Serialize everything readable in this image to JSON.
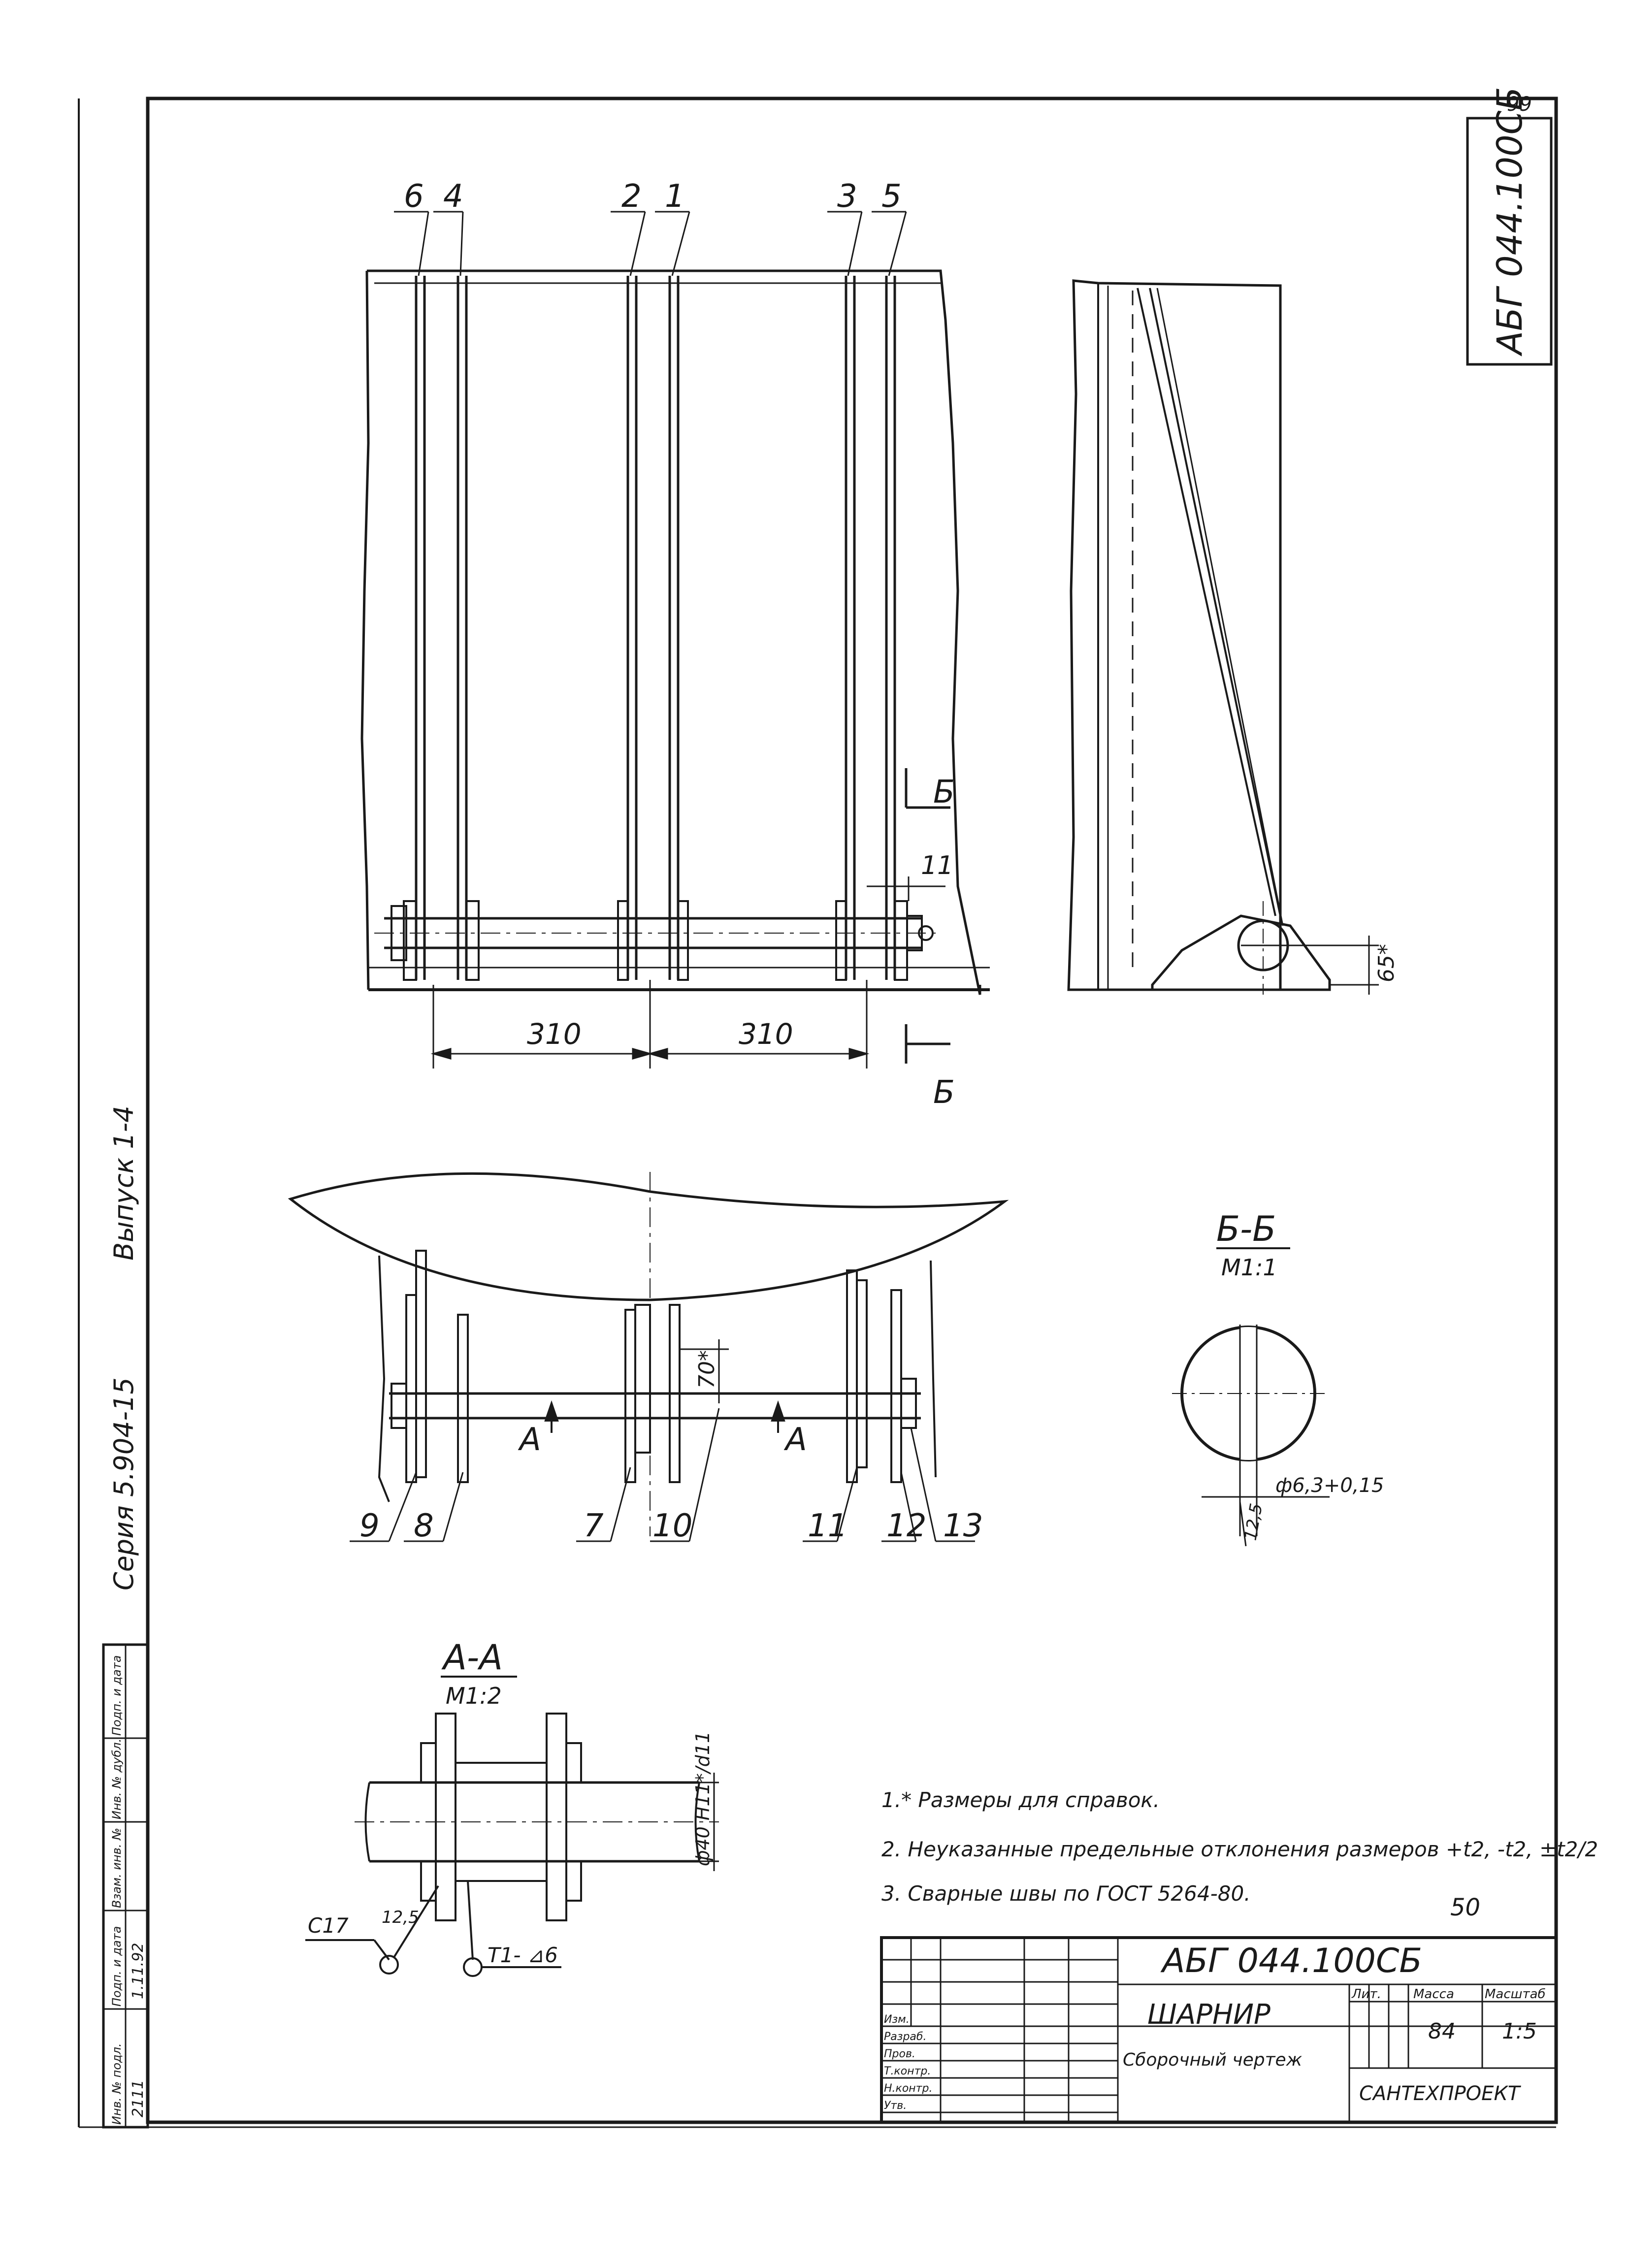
{
  "drawing": {
    "code_corner": "АБГ 044.100СБ",
    "sheet_mark_top": "99"
  },
  "side_strip": {
    "series": "Серия 5.904-15",
    "issue": "Выпуск 1-4"
  },
  "front_view": {
    "callouts": [
      "6",
      "4",
      "2",
      "1",
      "3",
      "5"
    ],
    "dim_left": "310",
    "dim_right": "310",
    "dim_small": "11",
    "section_mark": "Б"
  },
  "side_view": {
    "dim_vertical": "65*"
  },
  "plan_view": {
    "callouts": [
      "9",
      "8",
      "7",
      "10",
      "11",
      "12",
      "13"
    ],
    "section_mark": "А",
    "dim_vertical": "70*"
  },
  "section_bb": {
    "title": "Б-Б",
    "scale": "М1:1",
    "dim_dia": "ф6,3+0,15",
    "dim_rough": "12,5"
  },
  "section_aa": {
    "title": "А-А",
    "scale": "М1:2",
    "dim_dia": "ф40 H11*/d11",
    "weld_left": "С17",
    "weld_left_size": "12,5",
    "weld_right": "Т1- ⊿6"
  },
  "notes": [
    "1.* Размеры для справок.",
    "2. Неуказанные предельные отклонения размеров +t2, -t2, ±t2/2",
    "3. Сварные швы по ГОСТ 5264-80."
  ],
  "page_number": "50",
  "title_block": {
    "code": "АБГ 044.100СБ",
    "name": "ШАРНИР",
    "doc_type": "Сборочный чертеж",
    "org": "САНТЕХПРОЕКТ",
    "mass": "84",
    "scale": "1:5",
    "col_lit": "Лит.",
    "col_mass": "Масса",
    "col_scale": "Масштаб",
    "rows": [
      "Изм.",
      "Разраб.",
      "Пров.",
      "Т.контр.",
      "Н.контр.",
      "Утв."
    ]
  },
  "left_stamp": {
    "inv": "2111",
    "date": "1.11.92",
    "headers": [
      "Инв. № подл.",
      "Подп. и дата",
      "Взам. инв. №",
      "Инв. № дубл.",
      "Подп. и дата"
    ]
  }
}
